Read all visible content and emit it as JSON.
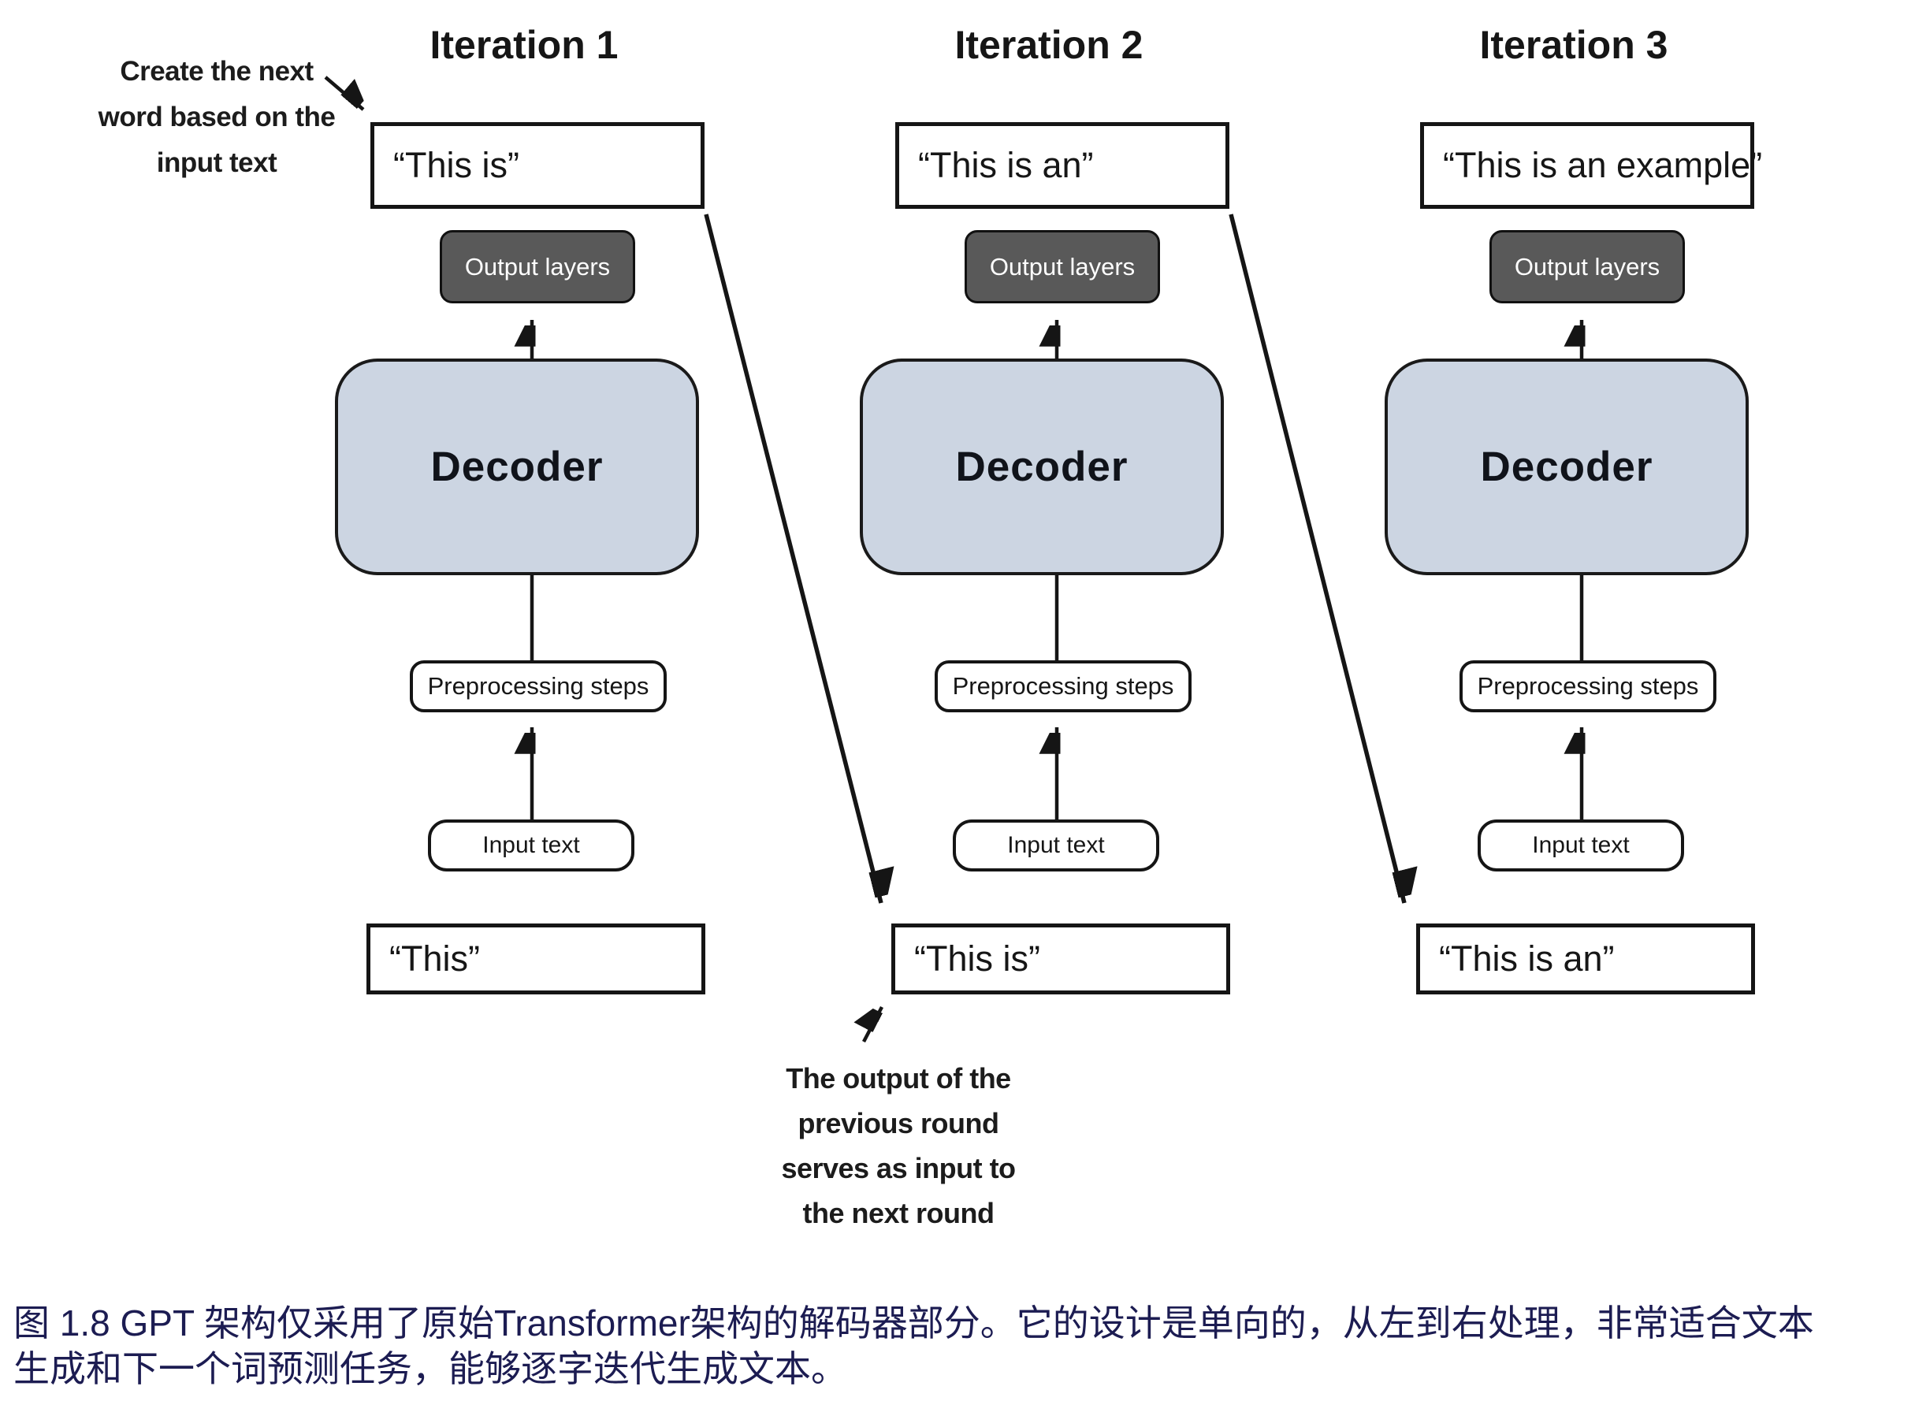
{
  "figure": {
    "iterations": [
      {
        "title": "Iteration 1",
        "output_text": "“This is”",
        "output_layers_label": "Output layers",
        "decoder_label": "Decoder",
        "preprocessing_label": "Preprocessing steps",
        "input_label": "Input text",
        "input_text": "“This”"
      },
      {
        "title": "Iteration 2",
        "output_text": "“This is an”",
        "output_layers_label": "Output layers",
        "decoder_label": "Decoder",
        "preprocessing_label": "Preprocessing steps",
        "input_label": "Input text",
        "input_text": "“This is”"
      },
      {
        "title": "Iteration 3",
        "output_text": "“This is an example”",
        "output_layers_label": "Output layers",
        "decoder_label": "Decoder",
        "preprocessing_label": "Preprocessing steps",
        "input_label": "Input text",
        "input_text": "“This is an”"
      }
    ],
    "annotations": {
      "top_left": [
        "Create the next",
        "word based on the",
        "input text"
      ],
      "bottom_middle": [
        "The output of the",
        "previous round",
        "serves as input to",
        "the next round"
      ]
    },
    "caption": {
      "line1": "图 1.8  GPT 架构仅采用了原始Transformer架构的解码器部分。它的设计是单向的，从左到右处理，非常适合文本",
      "line2": "生成和下一个词预测任务，能够逐字迭代生成文本。"
    },
    "colors": {
      "decoder_fill": "#ccd5e2",
      "output_layers_fill": "#595959",
      "caption_text": "#1c1c52",
      "ink": "#161616"
    }
  }
}
